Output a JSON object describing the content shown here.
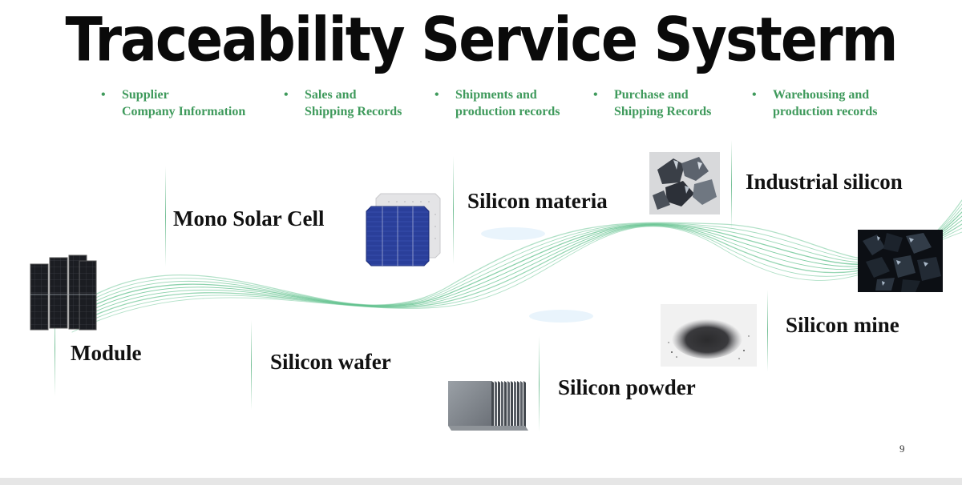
{
  "title": "Traceability Service Systerm",
  "bullets": [
    {
      "dot": "•",
      "line1": "Supplier",
      "line2": "Company Information"
    },
    {
      "dot": "•",
      "line1": "Sales and",
      "line2": "Shipping Records"
    },
    {
      "dot": "•",
      "line1": "Shipments and",
      "line2": "production records"
    },
    {
      "dot": "•",
      "line1": "Purchase and",
      "line2": "Shipping Records"
    },
    {
      "dot": "•",
      "line1": "Warehousing and",
      "line2": "production records"
    }
  ],
  "stages": {
    "module": "Module",
    "mono_solar_cell": "Mono Solar Cell",
    "silicon_wafer": "Silicon wafer",
    "silicon_materia": "Silicon materia",
    "silicon_powder": "Silicon powder",
    "industrial_silicon": "Industrial silicon",
    "silicon_mine": "Silicon mine"
  },
  "page_number": "9",
  "colors": {
    "title": "#0a0a0a",
    "bullet_text": "#3f9a5c",
    "wave": "#5fc18c",
    "stage_text": "#111111"
  }
}
